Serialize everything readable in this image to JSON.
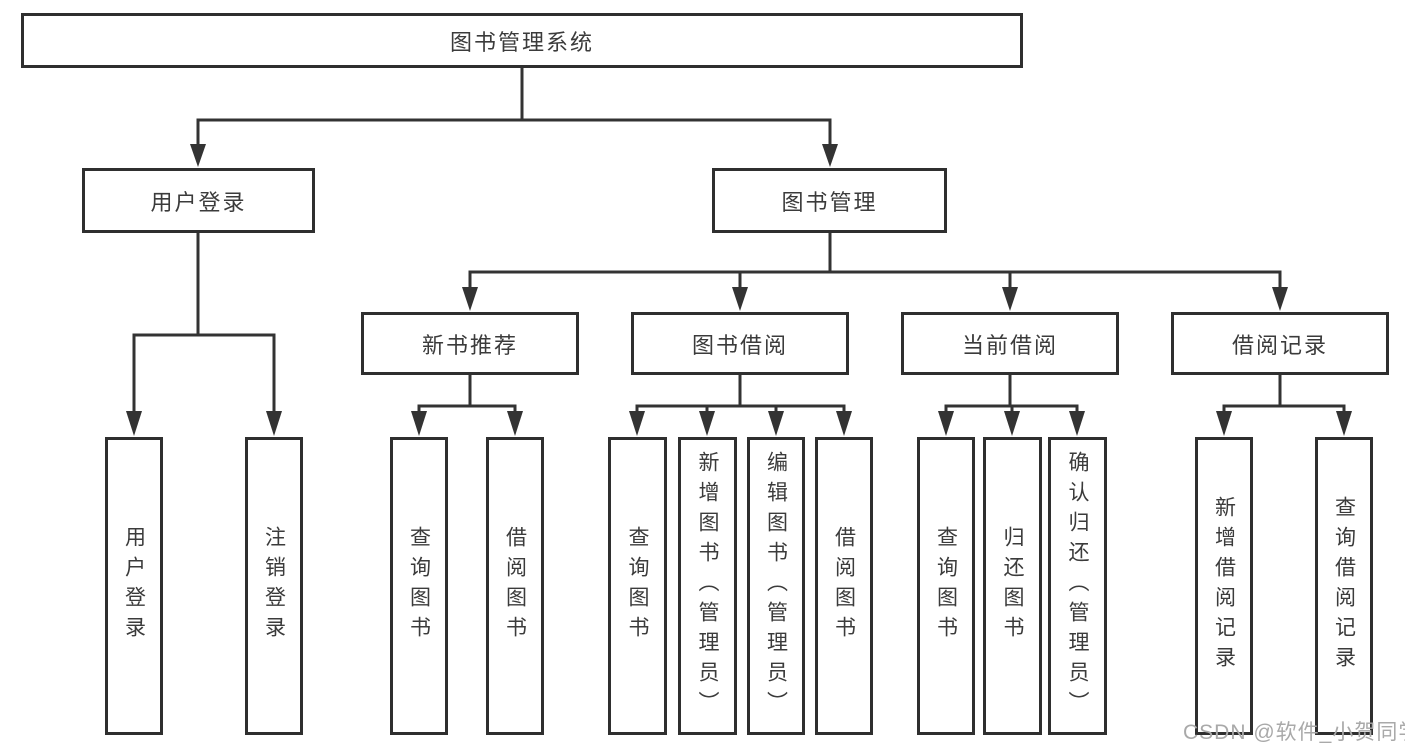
{
  "diagram": {
    "tree": {
      "label": "图书管理系统",
      "children": [
        {
          "label": "用户登录",
          "children": [
            {
              "label": "用户登录"
            },
            {
              "label": "注销登录"
            }
          ]
        },
        {
          "label": "图书管理",
          "children": [
            {
              "label": "新书推荐",
              "children": [
                {
                  "label": "查询图书"
                },
                {
                  "label": "借阅图书"
                }
              ]
            },
            {
              "label": "图书借阅",
              "children": [
                {
                  "label": "查询图书"
                },
                {
                  "label": "新增图书（管理员）"
                },
                {
                  "label": "编辑图书（管理员）"
                },
                {
                  "label": "借阅图书"
                }
              ]
            },
            {
              "label": "当前借阅",
              "children": [
                {
                  "label": "查询图书"
                },
                {
                  "label": "归还图书"
                },
                {
                  "label": "确认归还（管理员）"
                }
              ]
            },
            {
              "label": "借阅记录",
              "children": [
                {
                  "label": "新增借阅记录"
                },
                {
                  "label": "查询借阅记录"
                }
              ]
            }
          ]
        }
      ]
    },
    "colors": {
      "line": "#333333",
      "box_border": "#2f2f2f",
      "box_fill": "#ffffff",
      "text": "#3b3b3b",
      "watermark": "#a9a9a9"
    }
  },
  "watermark": {
    "text": "CSDN @软件_小贺同学"
  }
}
